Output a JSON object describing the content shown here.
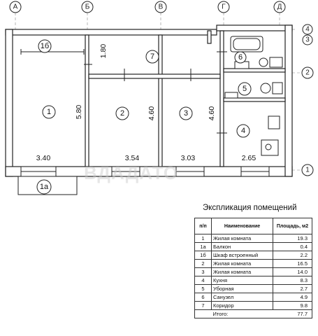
{
  "axes": {
    "letters": [
      "А",
      "Б",
      "В",
      "Г",
      "Д"
    ],
    "numbers": [
      "1",
      "2",
      "3",
      "4"
    ]
  },
  "rooms": {
    "r1": "1",
    "r1a": "1а",
    "r1b": "1б",
    "r2": "2",
    "r3": "3",
    "r4": "4",
    "r5": "5",
    "r6": "6",
    "r7": "7"
  },
  "dimensions": {
    "d_180": "1.80",
    "d_580": "5.80",
    "d_460a": "4.60",
    "d_460b": "4.60",
    "d_340": "3.40",
    "d_354": "3.54",
    "d_303": "3.03",
    "d_265": "2.65"
  },
  "watermark": "ВДАДАТО",
  "explication": {
    "title": "Экспликация помещений",
    "headers": {
      "num": "п/п",
      "name": "Наименование",
      "area": "Площадь, м2"
    },
    "rows": [
      {
        "num": "1",
        "name": "Жилая комната",
        "area": "19.3"
      },
      {
        "num": "1а",
        "name": "Балкон",
        "area": "0.4"
      },
      {
        "num": "1б",
        "name": "Шкаф встроенный",
        "area": "2.2"
      },
      {
        "num": "2",
        "name": "Жилая комната",
        "area": "16.5"
      },
      {
        "num": "3",
        "name": "Жилая комната",
        "area": "14.0"
      },
      {
        "num": "4",
        "name": "Кухня",
        "area": "8.3"
      },
      {
        "num": "5",
        "name": "Уборная",
        "area": "2.7"
      },
      {
        "num": "6",
        "name": "Санузел",
        "area": "4.9"
      },
      {
        "num": "7",
        "name": "Коридор",
        "area": "9.8"
      }
    ],
    "total": {
      "label": "Итого:",
      "area": "77.7"
    }
  }
}
